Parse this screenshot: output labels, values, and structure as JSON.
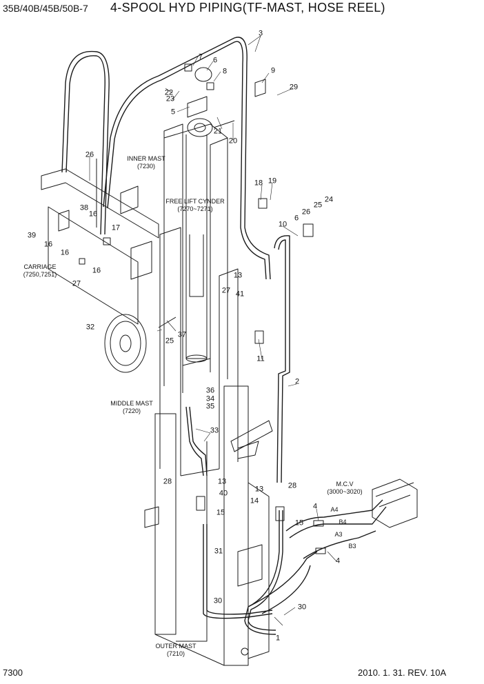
{
  "header": {
    "models": "35B/40B/45B/50B-7",
    "title": "4-SPOOL HYD PIPING(TF-MAST, HOSE REEL)"
  },
  "footer": {
    "page_number": "7300",
    "revision": "2010.  1. 31. REV. 10A"
  },
  "labels": {
    "inner_mast": {
      "name": "INNER MAST",
      "code": "(7230)"
    },
    "free_lift_cylinder": {
      "name": "FREE LIFT CYNDER",
      "code": "(7270~7271)"
    },
    "carriage": {
      "name": "CARRIAGE",
      "code": "(7250,7251)"
    },
    "middle_mast": {
      "name": "MIDDLE MAST",
      "code": "(7220)"
    },
    "outer_mast": {
      "name": "OUTER MAST",
      "code": "(7210)"
    },
    "mcv": {
      "name": "M.C.V",
      "code": "(3000~3020)"
    }
  },
  "ports": [
    "A4",
    "B4",
    "A3",
    "B3"
  ],
  "callouts": [
    "3",
    "7",
    "6",
    "8",
    "9",
    "22",
    "23",
    "5",
    "21",
    "29",
    "20",
    "26",
    "18",
    "19",
    "24",
    "25",
    "26",
    "6",
    "10",
    "38",
    "16",
    "17",
    "39",
    "16",
    "16",
    "16",
    "27",
    "13",
    "41",
    "27",
    "32",
    "25",
    "37",
    "11",
    "2",
    "36",
    "34",
    "35",
    "33",
    "28",
    "13",
    "40",
    "28",
    "13",
    "14",
    "4",
    "15",
    "15",
    "31",
    "4",
    "30",
    "30",
    "1"
  ],
  "colors": {
    "line": "#1a1a1a",
    "ink": "#111111",
    "background": "#ffffff"
  }
}
